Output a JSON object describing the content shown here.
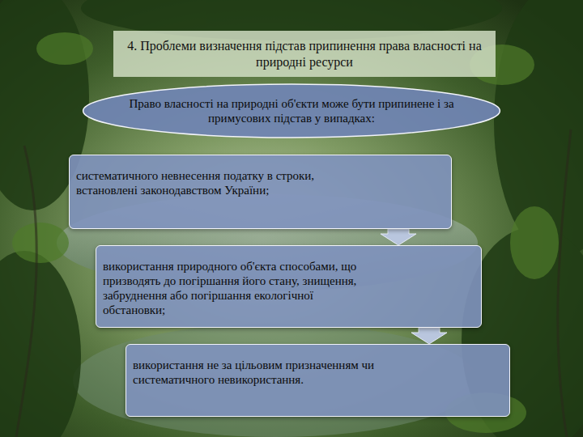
{
  "diagram": {
    "title": "4. Проблеми визначення підстав припинення права власності на природні ресурси",
    "nodes": [
      {
        "text": [
          "Право власності на природні об'єкти може бути припинене і за примусових підстав у випадках:"
        ]
      },
      {
        "text": [
          "систематичного невнесення податку в строки, встановлені законодавством України;"
        ]
      },
      {
        "text": [
          "використання природного об'єкта способами, що призводять до погіршання його стану, знищення, забруднення або погіршання екологічної обстановки;"
        ]
      },
      {
        "text": [
          "використання не за цільовим призначенням чи систематичного невикористання."
        ]
      }
    ],
    "edges": [
      {
        "from": 1,
        "to": 2,
        "arrow": "to"
      },
      {
        "from": 2,
        "to": 3,
        "arrow": "to"
      }
    ]
  }
}
